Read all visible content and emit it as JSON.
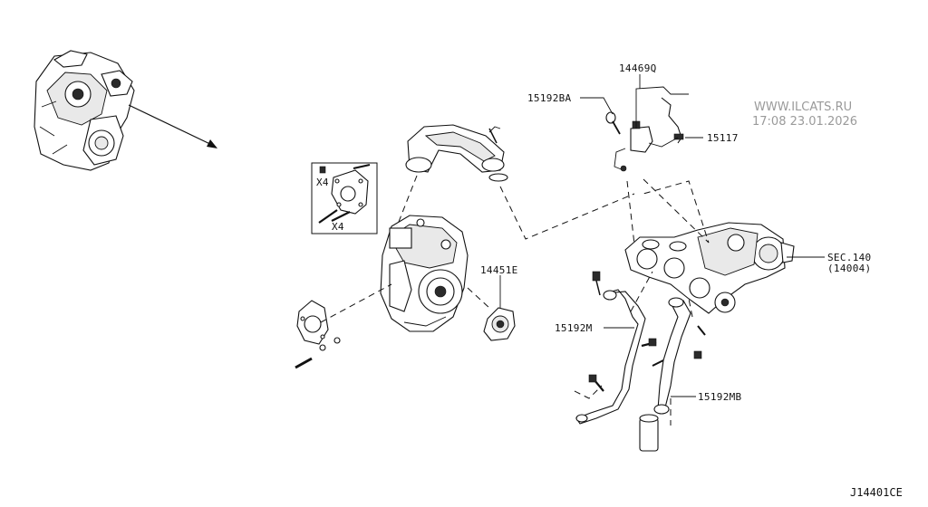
{
  "watermark": {
    "site": "WWW.ILCATS.RU",
    "datetime": "17:08 23.01.2026"
  },
  "diagram_code": "J14401CE",
  "labels": {
    "part_14469Q": "14469Q",
    "part_15192BA": "15192BA",
    "part_15117": "15117",
    "sec_ref": "SEC.140",
    "sec_ref_sub": "(14004)",
    "part_14451E": "14451E",
    "part_15192M": "15192M",
    "part_15192MB": "15192MB",
    "qty_nuts": "X4",
    "qty_studs": "X4"
  }
}
